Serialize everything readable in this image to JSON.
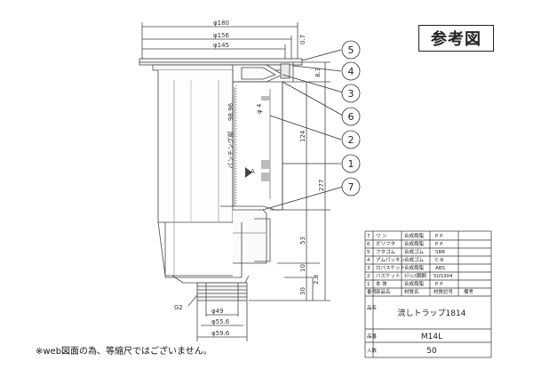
{
  "title_badge": "参考図",
  "note": "※web図面の為、等縮尺ではございません。",
  "dimensions": {
    "d180": "φ180",
    "d156": "φ156",
    "d145": "φ145",
    "d4": "φ 4",
    "d49": "φ49",
    "d556": "φ55.6",
    "d596": "φ59.6",
    "v07": "0.7",
    "v83": "8.3",
    "v124": "124",
    "v277": "277",
    "v53": "53",
    "v10": "10",
    "v30": "30",
    "v28": "2.8",
    "p9896": "98.96",
    "punching": "パンチング部",
    "a_mark": "A",
    "g2": "G2"
  },
  "callouts": [
    "5",
    "4",
    "3",
    "6",
    "2",
    "1",
    "7"
  ],
  "parts_table": {
    "rows": [
      {
        "no": "7",
        "name": "ワ ン",
        "material": "合成樹脂",
        "spec": "P P"
      },
      {
        "no": "6",
        "name": "ボリフタ",
        "material": "合成樹脂",
        "spec": "P P"
      },
      {
        "no": "5",
        "name": "フタゴム",
        "material": "合成ゴム",
        "spec": "SBR"
      },
      {
        "no": "4",
        "name": "ア゙ムパッキン",
        "material": "合成ゴム",
        "spec": "C R"
      },
      {
        "no": "3",
        "name": "ロバスケット",
        "material": "合成樹脂",
        "spec": "ABS"
      },
      {
        "no": "2",
        "name": "バスケット",
        "material": "ｽﾃﾝﾚｽ鋼鋼",
        "spec": "SUS304"
      },
      {
        "no": "1",
        "name": "本 体",
        "material": "合成樹脂",
        "spec": "P P"
      }
    ],
    "header": {
      "no": "番号",
      "name": "部品名",
      "material": "材質名",
      "spec": "材質記号",
      "remark": "備考"
    },
    "product_label": "品名",
    "product_name": "流しトラップ1814",
    "model_label": "品番",
    "model": "M14L",
    "qty_label": "入数",
    "qty": "50"
  }
}
